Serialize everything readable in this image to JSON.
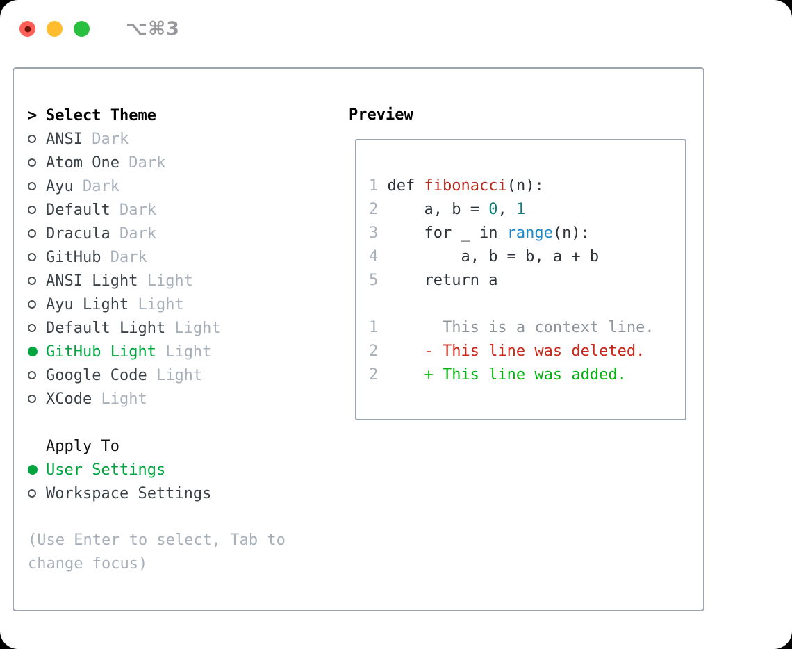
{
  "titlebar": {
    "title": "⌥⌘3",
    "title_color": "#97979c",
    "traffic_lights": [
      {
        "name": "close",
        "color": "#ff5f57",
        "has_dot": true,
        "dot_color": "#71150c"
      },
      {
        "name": "minimize",
        "color": "#febc2e",
        "has_dot": false
      },
      {
        "name": "zoom",
        "color": "#2ac03f",
        "has_dot": false
      }
    ]
  },
  "theme_list": {
    "header_prefix": ">",
    "header": "Select Theme",
    "items": [
      {
        "name": "ANSI",
        "tag": "Dark",
        "selected": false
      },
      {
        "name": "Atom One",
        "tag": "Dark",
        "selected": false
      },
      {
        "name": "Ayu",
        "tag": "Dark",
        "selected": false
      },
      {
        "name": "Default",
        "tag": "Dark",
        "selected": false
      },
      {
        "name": "Dracula",
        "tag": "Dark",
        "selected": false
      },
      {
        "name": "GitHub",
        "tag": "Dark",
        "selected": false
      },
      {
        "name": "ANSI Light",
        "tag": "Light",
        "selected": false
      },
      {
        "name": "Ayu Light",
        "tag": "Light",
        "selected": false
      },
      {
        "name": "Default Light",
        "tag": "Light",
        "selected": false
      },
      {
        "name": "GitHub Light",
        "tag": "Light",
        "selected": true
      },
      {
        "name": "Google Code",
        "tag": "Light",
        "selected": false
      },
      {
        "name": "XCode",
        "tag": "Light",
        "selected": false
      }
    ]
  },
  "apply_to": {
    "header": "Apply To",
    "options": [
      {
        "label": "User Settings",
        "selected": true
      },
      {
        "label": "Workspace Settings",
        "selected": false
      }
    ]
  },
  "hint": "(Use Enter to select, Tab to change focus)",
  "preview": {
    "header": "Preview",
    "lines": [
      {
        "num": "1",
        "segs": [
          [
            " def ",
            "code"
          ],
          [
            "fibonacci",
            "red"
          ],
          [
            "(n):",
            "code"
          ]
        ]
      },
      {
        "num": "2",
        "segs": [
          [
            "     a, b = ",
            "code"
          ],
          [
            "0",
            "teal"
          ],
          [
            ", ",
            "code"
          ],
          [
            "1",
            "teal"
          ]
        ]
      },
      {
        "num": "3",
        "segs": [
          [
            "     for _ in ",
            "code"
          ],
          [
            "range",
            "blue"
          ],
          [
            "(n):",
            "code"
          ]
        ]
      },
      {
        "num": "4",
        "segs": [
          [
            "         a, b = b, a + b",
            "code"
          ]
        ]
      },
      {
        "num": "5",
        "segs": [
          [
            "     return a",
            "code"
          ]
        ]
      },
      {
        "num": "",
        "segs": []
      },
      {
        "num": "1",
        "segs": [
          [
            "       This is a context line.",
            "ctx"
          ]
        ]
      },
      {
        "num": "2",
        "segs": [
          [
            "     - This line was deleted.",
            "del"
          ]
        ]
      },
      {
        "num": "2",
        "segs": [
          [
            "     + This line was added.",
            "add"
          ]
        ]
      }
    ]
  },
  "colors": {
    "item_name": "#3a4147",
    "item_tag": "#a7b0ba",
    "selected_green": "#00a43e",
    "radio_outline": "#4b5157",
    "hint_gray": "#a7b0ba",
    "lineno": "#a7b0ba",
    "panel_border": "#9ba5b0",
    "code_tokens": {
      "code": "#2b3238",
      "red": "#b5291d",
      "teal": "#0e7d78",
      "blue": "#1b86c8",
      "ctx": "#8d949b",
      "del": "#c9281a",
      "add": "#00b40c"
    }
  }
}
